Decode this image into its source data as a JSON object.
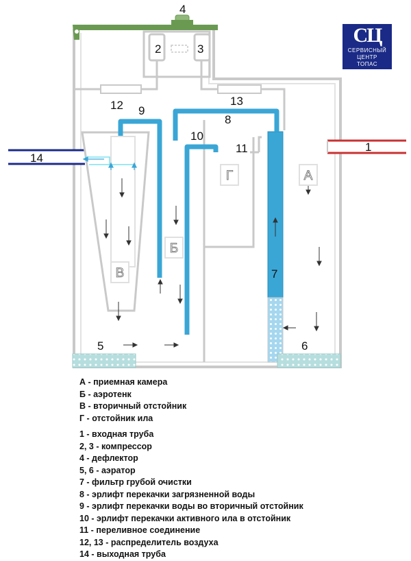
{
  "diagram": {
    "labels": {
      "n1": "1",
      "n2": "2",
      "n3": "3",
      "n4": "4",
      "n5": "5",
      "n6": "6",
      "n7": "7",
      "n8": "8",
      "n9": "9",
      "n10": "10",
      "n11": "11",
      "n12": "12",
      "n13": "13",
      "n14": "14",
      "zoneA": "А",
      "zoneB": "Б",
      "zoneV": "В",
      "zoneG": "Г"
    },
    "colors": {
      "outline": "#c9c9c9",
      "lid": "#6a9a52",
      "airlift": "#3aa6d6",
      "filter": "#a5d7ef",
      "aerator": "#b7dede",
      "inlet": "#c83232",
      "outlet": "#1d2c8c"
    }
  },
  "logo": {
    "mark": "СЦ",
    "line1": "СЕРВИСНЫЙ",
    "line2": "ЦЕНТР",
    "line3": "ТОПАС"
  },
  "legend": {
    "zones": [
      "А - приемная камера",
      "Б - аэротенк",
      "В - вторичный отстойник",
      "Г - отстойник ила"
    ],
    "parts": [
      "1 - входная труба",
      "2, 3 - компрессор",
      "4 - дефлектор",
      "5, 6 - аэратор",
      "7 - фильтр грубой очистки",
      "8 - эрлифт перекачки загрязненной воды",
      "9 - эрлифт перекачки воды во вторичный отстойник",
      "10 - эрлифт перекачки активного ила в отстойник",
      "11 - переливное соединение",
      "12, 13 - распределитель воздуха",
      "14 - выходная труба"
    ]
  }
}
